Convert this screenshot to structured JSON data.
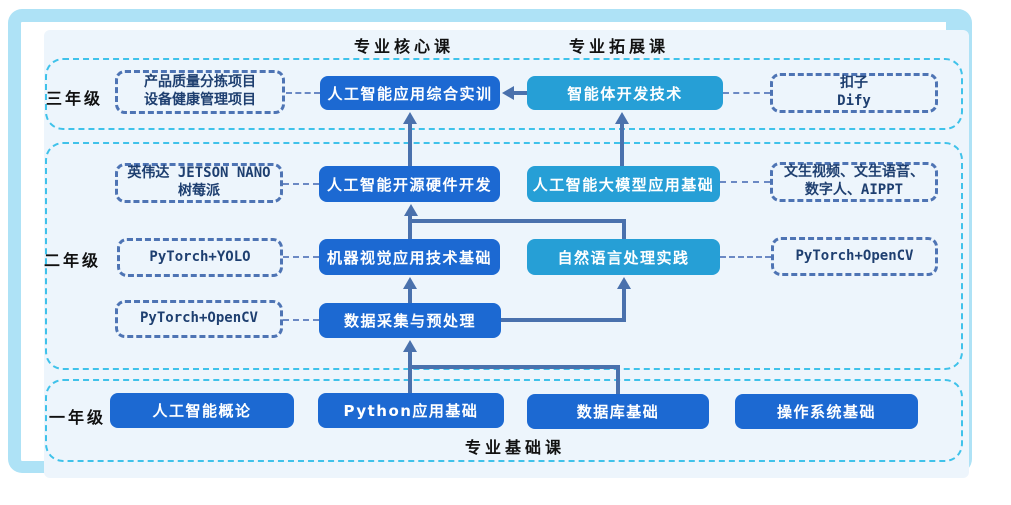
{
  "diagram": {
    "column_headers": {
      "core": "专业核心课",
      "extension": "专业拓展课"
    },
    "bottom_label": "专业基础课",
    "grades": {
      "year3": "三年级",
      "year2": "二年级",
      "year1": "一年级"
    },
    "core_courses": {
      "year3_training": "人工智能应用综合实训",
      "year2_hardware": "人工智能开源硬件开发",
      "year2_vision": "机器视觉应用技术基础",
      "year2_data": "数据采集与预处理"
    },
    "extension_courses": {
      "year3_agent": "智能体开发技术",
      "year2_llm": "人工智能大模型应用基础",
      "year2_nlp": "自然语言处理实践"
    },
    "foundation_courses": {
      "ai_intro": "人工智能概论",
      "python": "Python应用基础",
      "database": "数据库基础",
      "os": "操作系统基础"
    },
    "annotations": {
      "left_year3": [
        "产品质量分拣项目",
        "设备健康管理项目"
      ],
      "left_year2_hardware": [
        "英伟达 JETSON NANO",
        "树莓派"
      ],
      "left_year2_vision": [
        "PyTorch+YOLO"
      ],
      "left_year2_data": [
        "PyTorch+OpenCV"
      ],
      "right_year3": [
        "扣子",
        "Dify"
      ],
      "right_year2_llm": [
        "文生视频、文生语音、",
        "数字人、AIPPT"
      ],
      "right_year2_nlp": [
        "PyTorch+OpenCV"
      ]
    },
    "colors": {
      "core_box_blue": "#1c69d2",
      "extension_box_cyan": "#269fd6",
      "arrow_steel_blue": "#4a71ad",
      "note_border_blue": "#4e74b4",
      "note_text_navy": "#1e3f70",
      "band_dash_cyan": "#3fc2ea",
      "outer_frame_light_blue": "#aee2f6",
      "panel_background": "#edf5fc"
    }
  }
}
